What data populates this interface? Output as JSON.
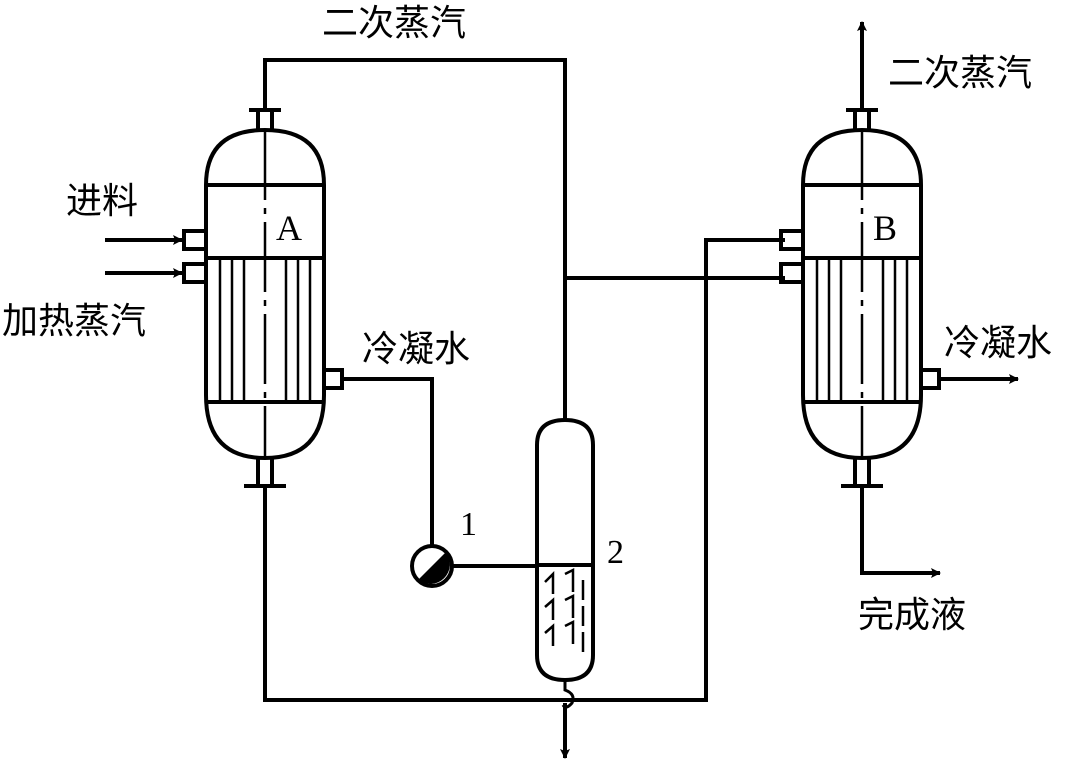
{
  "labels": {
    "secondary_steam_top": "二次蒸汽",
    "secondary_steam_right": "二次蒸汽",
    "feed": "进料",
    "heating_steam": "加热蒸汽",
    "condensate_a": "冷凝水",
    "condensate_b": "冷凝水",
    "finished_liquid": "完成液",
    "evaporator_a": "A",
    "evaporator_b": "B",
    "pump_number": "1",
    "column_number": "2"
  },
  "colors": {
    "line": "#000000",
    "background": "#ffffff"
  }
}
